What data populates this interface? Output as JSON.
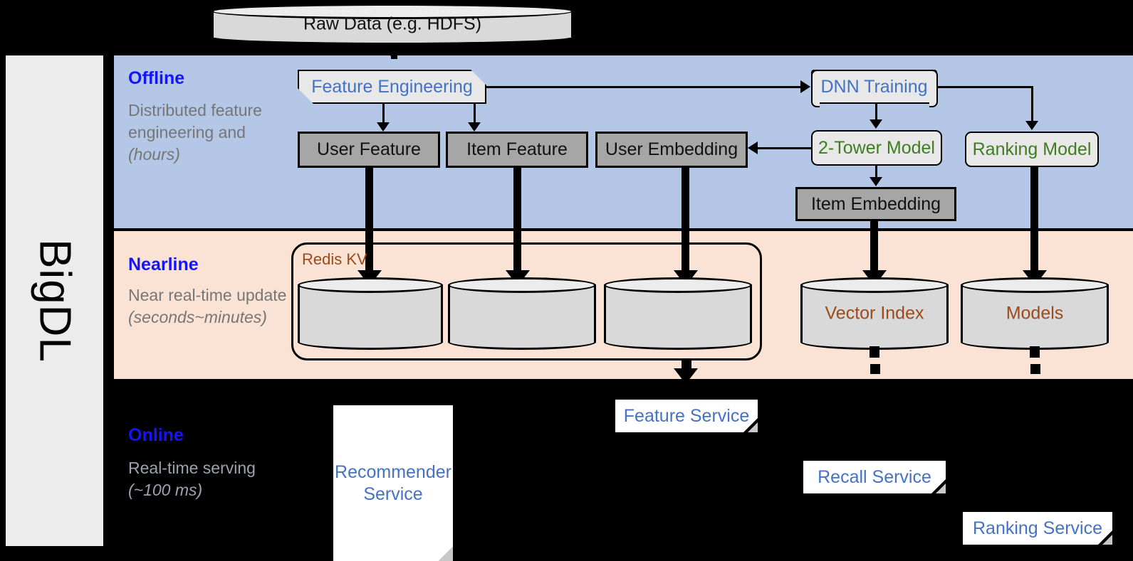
{
  "rail": {
    "label": "BigDL"
  },
  "source": {
    "label": "Raw Data (e.g. HDFS)"
  },
  "bands": {
    "offline": {
      "title": "Offline",
      "subtitle": "Distributed feature engineering and ",
      "subtitle_em": "(hours)"
    },
    "nearline": {
      "title": "Nearline",
      "subtitle": "Near real-time update ",
      "subtitle_em": "(seconds~minutes)"
    },
    "online": {
      "title": "Online",
      "subtitle": "Real-time serving ",
      "subtitle_em": "(~100 ms)"
    }
  },
  "offline": {
    "feature_engineering": "Feature Engineering",
    "dnn_training": "DNN Training",
    "user_feature": "User Feature",
    "item_feature": "Item Feature",
    "user_embedding": "User Embedding",
    "two_tower_model": "2-Tower Model",
    "ranking_model": "Ranking Model",
    "item_embedding": "Item Embedding"
  },
  "nearline": {
    "redis_kv": "Redis KV",
    "store_1": "",
    "store_2": "",
    "store_3": "",
    "vector_index": "Vector Index",
    "models": "Models"
  },
  "online": {
    "recommender_service": "Recommender Service",
    "feature_service": "Feature Service",
    "recall_service": "Recall Service",
    "ranking_service": "Ranking Service"
  },
  "colors": {
    "offline_band": "#b4c7e7",
    "nearline_band": "#fae3d5",
    "online_band": "#000000",
    "band_title": "#1414ff",
    "process_text": "#4472c4",
    "model_text": "#3f7d20",
    "store_text": "#9c4a1a",
    "data_box": "#a6a6a6"
  }
}
